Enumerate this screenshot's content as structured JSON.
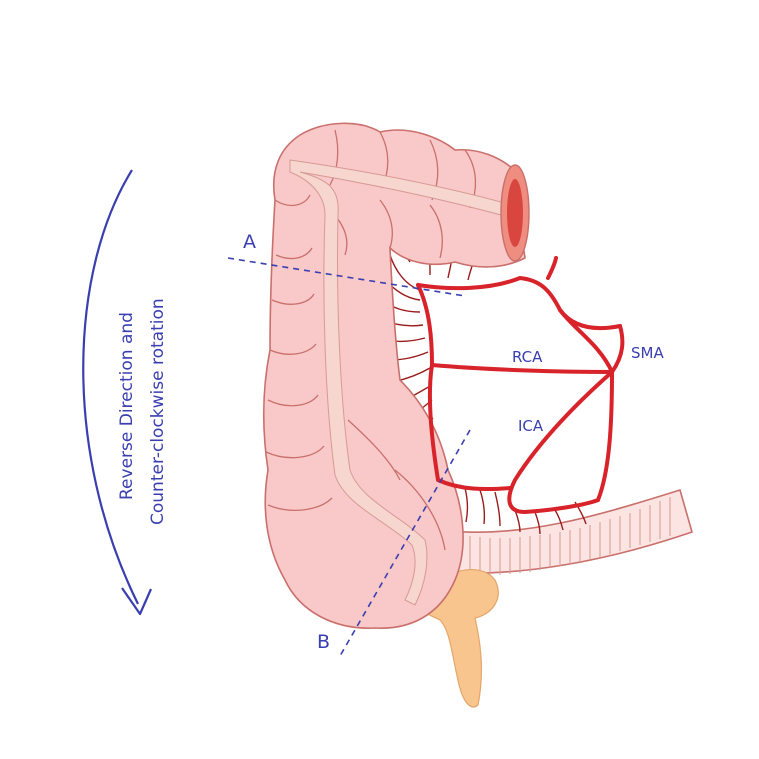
{
  "labels": {
    "rotation_line1": "Reverse Direction and",
    "rotation_line2": "Counter-clockwise rotation",
    "cut_a": "A",
    "cut_b": "B",
    "rca": "RCA",
    "ica": "ICA",
    "sma": "SMA"
  },
  "colors": {
    "colon_fill": "#f9c8c8",
    "colon_stroke": "#c9706c",
    "taenia": "#f6d6cf",
    "artery": "#d8232a",
    "vasa_recta": "#9b1b1b",
    "ileum_fill": "#fbe4e1",
    "appendix": "#f8c58e",
    "annotation_blue": "#3a3fb0",
    "lumen_dark": "#d9463f",
    "lumen_rim": "#ef8d80"
  },
  "icons": [
    "rotation-arrow-icon",
    "cut-line-a-icon",
    "cut-line-b-icon"
  ]
}
